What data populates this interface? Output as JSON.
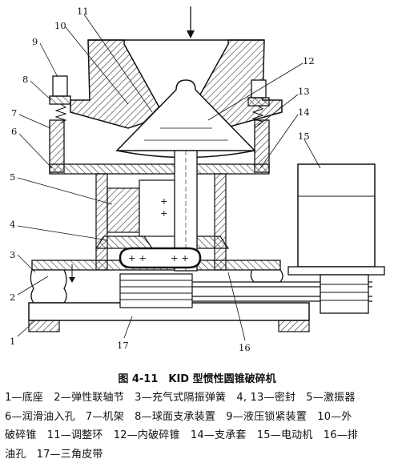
{
  "labels": {
    "l1": "1",
    "l2": "2",
    "l3": "3",
    "l4": "4",
    "l5": "5",
    "l6": "6",
    "l7": "7",
    "l8": "8",
    "l9": "9",
    "l10": "10",
    "l11": "11",
    "l12": "12",
    "l13": "13",
    "l14": "14",
    "l15": "15",
    "l16": "16",
    "l17": "17"
  },
  "caption": "图 4-11　KID 型惯性圆锥破碎机",
  "legend_lines": [
    "1—底座　2—弹性联轴节　3—充气式隔振弹簧　4, 13—密封　5—激振器",
    "6—润滑油入孔　7—机架　8—球面支承装置　9—液压锁紧装置　10—外",
    "破碎锥　11—调整环　12—内破碎锥　14—支承套　15—电动机　16—排",
    "油孔　17—三角皮带"
  ],
  "colors": {
    "ink": "#111111",
    "hatch": "#333333",
    "paper": "#ffffff"
  }
}
